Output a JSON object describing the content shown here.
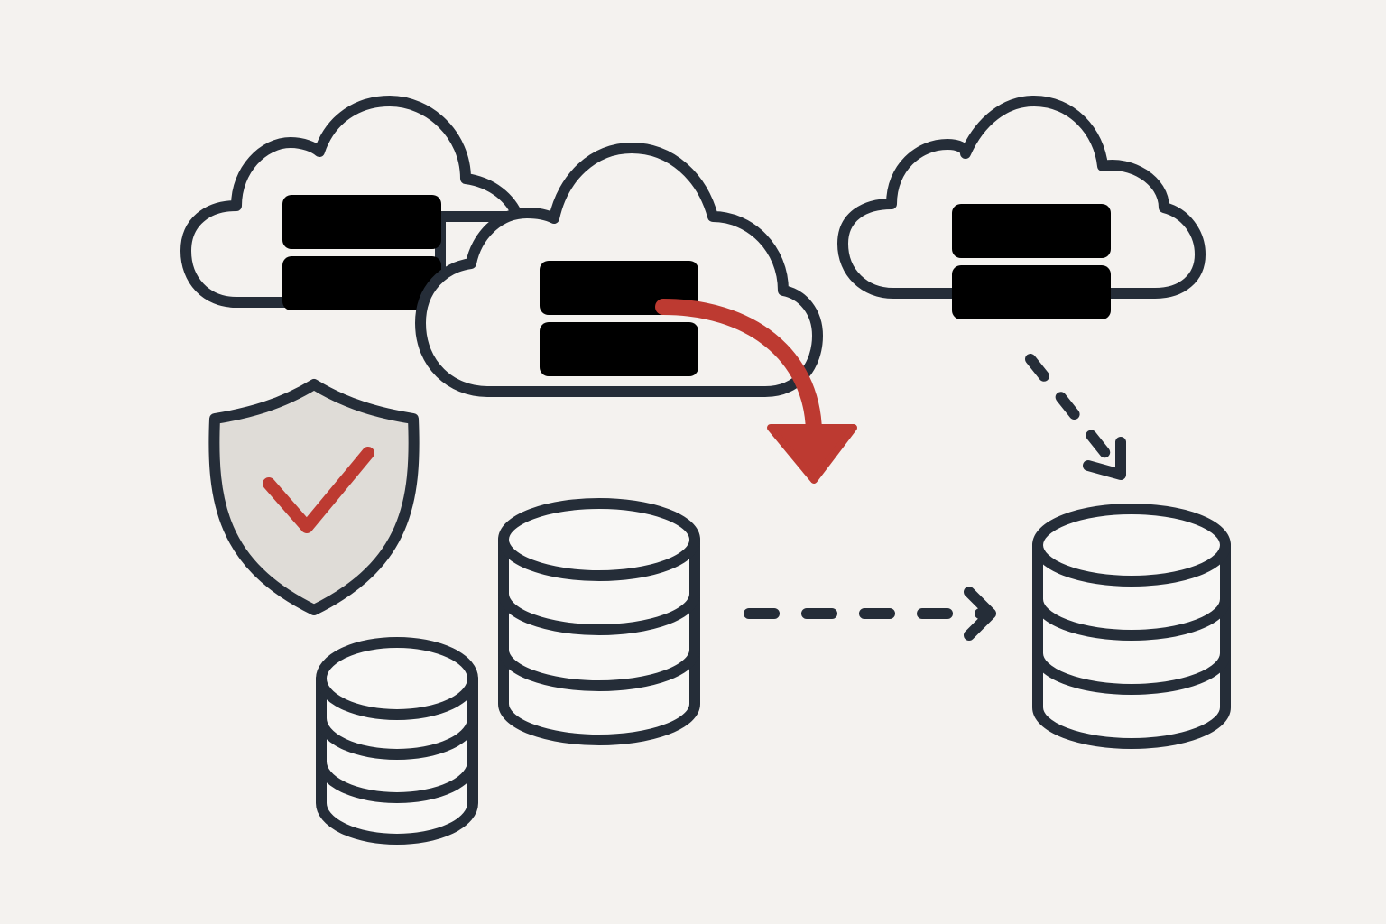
{
  "colors": {
    "background": "#f4f2ef",
    "outline": "#252d38",
    "server_fill": "#dfdcd7",
    "cloud_fill": "#f4f2ef",
    "db_fill": "#f8f7f5",
    "shield_fill": "#dfdcd7",
    "accent_red": "#bd3a31"
  },
  "icons": [
    "cloud-server-icon",
    "server-rack-icon",
    "database-icon",
    "shield-check-icon",
    "curved-arrow-icon",
    "dashed-arrow-icon"
  ],
  "diagram": {
    "clouds": [
      {
        "id": "cloud-left",
        "icon": "cloud-server-icon"
      },
      {
        "id": "cloud-center",
        "icon": "cloud-server-icon"
      },
      {
        "id": "cloud-right",
        "icon": "cloud-server-icon"
      }
    ],
    "databases": [
      {
        "id": "database-small",
        "icon": "database-icon"
      },
      {
        "id": "database-center",
        "icon": "database-icon"
      },
      {
        "id": "database-right",
        "icon": "database-icon"
      }
    ],
    "shield": {
      "icon": "shield-check-icon",
      "status": "verified"
    },
    "flows": [
      {
        "from": "cloud-center",
        "to": "database-right",
        "style": "curved",
        "color": "#bd3a31"
      },
      {
        "from": "cloud-right",
        "to": "database-right",
        "style": "dashed"
      },
      {
        "from": "database-center",
        "to": "database-right",
        "style": "dashed"
      }
    ]
  }
}
